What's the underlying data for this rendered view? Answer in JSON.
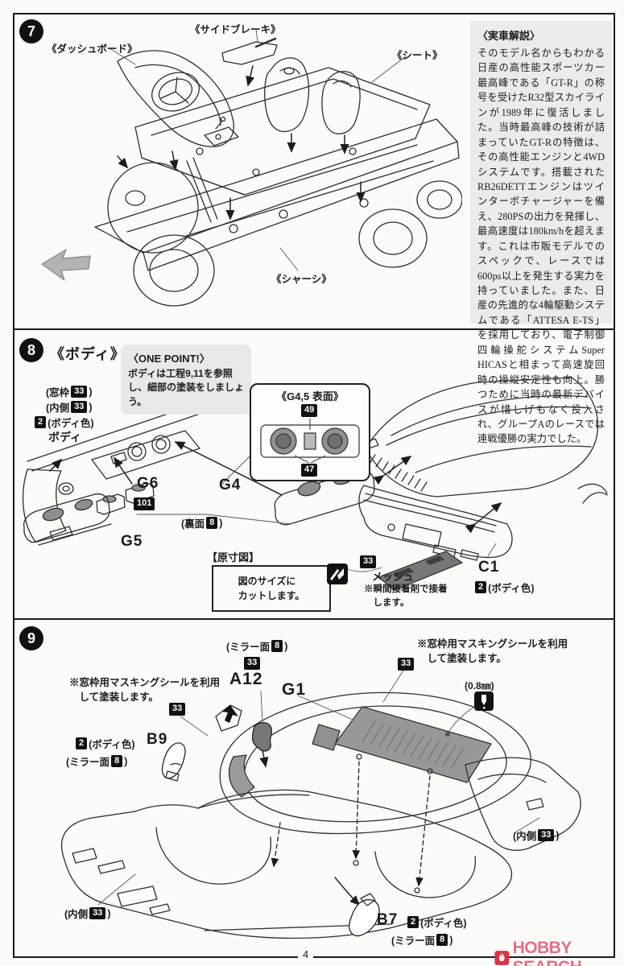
{
  "page": {
    "number": "4",
    "brand": {
      "name": "HOBBY SEARCH",
      "color": "#e56e85",
      "flame_color": "#e03048"
    }
  },
  "step7": {
    "number": "7",
    "labels": {
      "dashboard": "《ダッシュボード》",
      "side_brake": "《サイドブレーキ》",
      "seat": "《シート》",
      "chassis": "《シャーシ》"
    },
    "commentary": {
      "title": "〈実車解説〉",
      "body": "そのモデル名からもわかる日産の高性能スポーツカー最高峰である「GT-R」の称号を受けたR32型スカイラインが1989年に復活しました。当時最高峰の技術が詰まっていたGT-Rの特徴は、その高性能エンジンと4WDシステムです。搭載されたRB26DETTエンジンはツインターボチャージャーを備え、280PSの出力を発揮し、最高速度は180km/hを超えます。これは市販モデルでのスペックで、レースでは600ps以上を発生する実力を持っていました。また、日産の先進的な4輪駆動システムである「ATTESA E-TS」を採用しており、電子制御四輪操舵システムSuper HICASと相まって高速旋回時の操縦安定性も向上。勝つために当時の最新デバイスが惜しげもなく投入され、グループAのレースでは連戦優勝の実力でした。"
    }
  },
  "step8": {
    "number": "8",
    "title": "《ボディ》",
    "one_point": {
      "title": "〈ONE POINT!〉",
      "body": "ボディは工程9,11を参照し、細部の塗装をしましょう。"
    },
    "badges": {
      "b33": "33",
      "b2": "2",
      "b8": "8",
      "b49": "49",
      "b47": "47",
      "b101": "101"
    },
    "paint_notes": {
      "window_frame_prefix": "(窓枠",
      "inner_prefix": "(内側",
      "back_face_prefix": "(裏面",
      "close_paren": ")",
      "body_color": "(ボディ色)",
      "body_label": "ボディ"
    },
    "g45_panel": {
      "title": "《G4,5 表面》"
    },
    "parts": {
      "g4": "G4",
      "g5": "G5",
      "g6": "G6",
      "c1": "C1"
    },
    "actual_size": {
      "title": "【原寸図】",
      "note_line1": "図のサイズに",
      "note_line2": "カットします。"
    },
    "mesh": {
      "label": "メッシュ",
      "note": "※瞬間接着剤で接着します。"
    }
  },
  "step9": {
    "number": "9",
    "masking_note": "※窓枠用マスキングシールを利用して塗装します。",
    "labels": {
      "mirror_prefix": "(ミラー面",
      "inner_prefix": "(内側",
      "body_color": "(ボディ色)",
      "close_paren": ")",
      "hole_size": "(0.8㎜)"
    },
    "badges": {
      "b33": "33",
      "b2": "2",
      "b8": "8"
    },
    "parts": {
      "a12": "A12",
      "g1": "G1",
      "b9": "B9",
      "b7": "B7"
    }
  }
}
